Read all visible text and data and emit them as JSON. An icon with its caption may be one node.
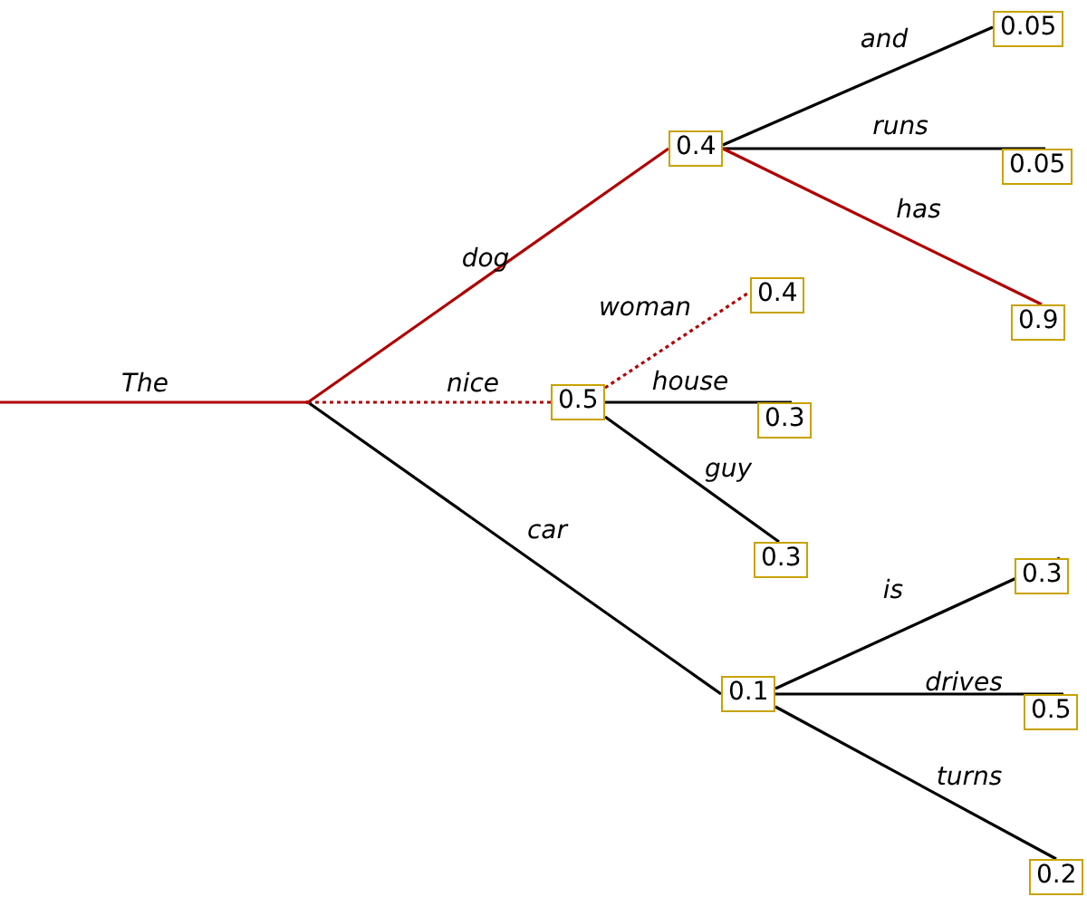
{
  "diagram": {
    "nodes": [
      {
        "text": [],
        "shape": "point"
      },
      {
        "text": [
          "0.4"
        ]
      },
      {
        "text": [
          "0.05"
        ]
      },
      {
        "text": [
          "0.05"
        ]
      },
      {
        "text": [
          "0.9"
        ]
      },
      {
        "text": [
          "0.5"
        ]
      },
      {
        "text": [
          "0.4"
        ]
      },
      {
        "text": [
          "0.3"
        ]
      },
      {
        "text": [
          "0.3"
        ]
      },
      {
        "text": [
          "0.1"
        ]
      },
      {
        "text": [
          "0.3"
        ]
      },
      {
        "text": [
          "0.5"
        ]
      },
      {
        "text": [
          "0.2"
        ]
      }
    ],
    "edges": [
      {
        "from": null,
        "to": 0,
        "arrow": "none",
        "label": "The",
        "color": "#b00000"
      },
      {
        "from": 0,
        "to": 1,
        "arrow": "none",
        "label": "dog",
        "color": "#b00000"
      },
      {
        "from": 0,
        "to": 5,
        "arrow": "none",
        "label": "nice",
        "color": "#b00000",
        "style": "dashed"
      },
      {
        "from": 0,
        "to": 9,
        "arrow": "none",
        "label": "car"
      },
      {
        "from": 1,
        "to": 2,
        "arrow": "none",
        "label": "and"
      },
      {
        "from": 1,
        "to": 3,
        "arrow": "none",
        "label": "runs"
      },
      {
        "from": 1,
        "to": 4,
        "arrow": "none",
        "label": "has",
        "color": "#b00000"
      },
      {
        "from": 5,
        "to": 6,
        "arrow": "none",
        "label": "woman",
        "color": "#b00000",
        "style": "dashed"
      },
      {
        "from": 5,
        "to": 7,
        "arrow": "none",
        "label": "house"
      },
      {
        "from": 5,
        "to": 8,
        "arrow": "none",
        "label": "guy"
      },
      {
        "from": 9,
        "to": 10,
        "arrow": "none",
        "label": "is"
      },
      {
        "from": 9,
        "to": 11,
        "arrow": "none",
        "label": "drives"
      },
      {
        "from": 9,
        "to": 12,
        "arrow": "none",
        "label": "turns"
      }
    ]
  }
}
